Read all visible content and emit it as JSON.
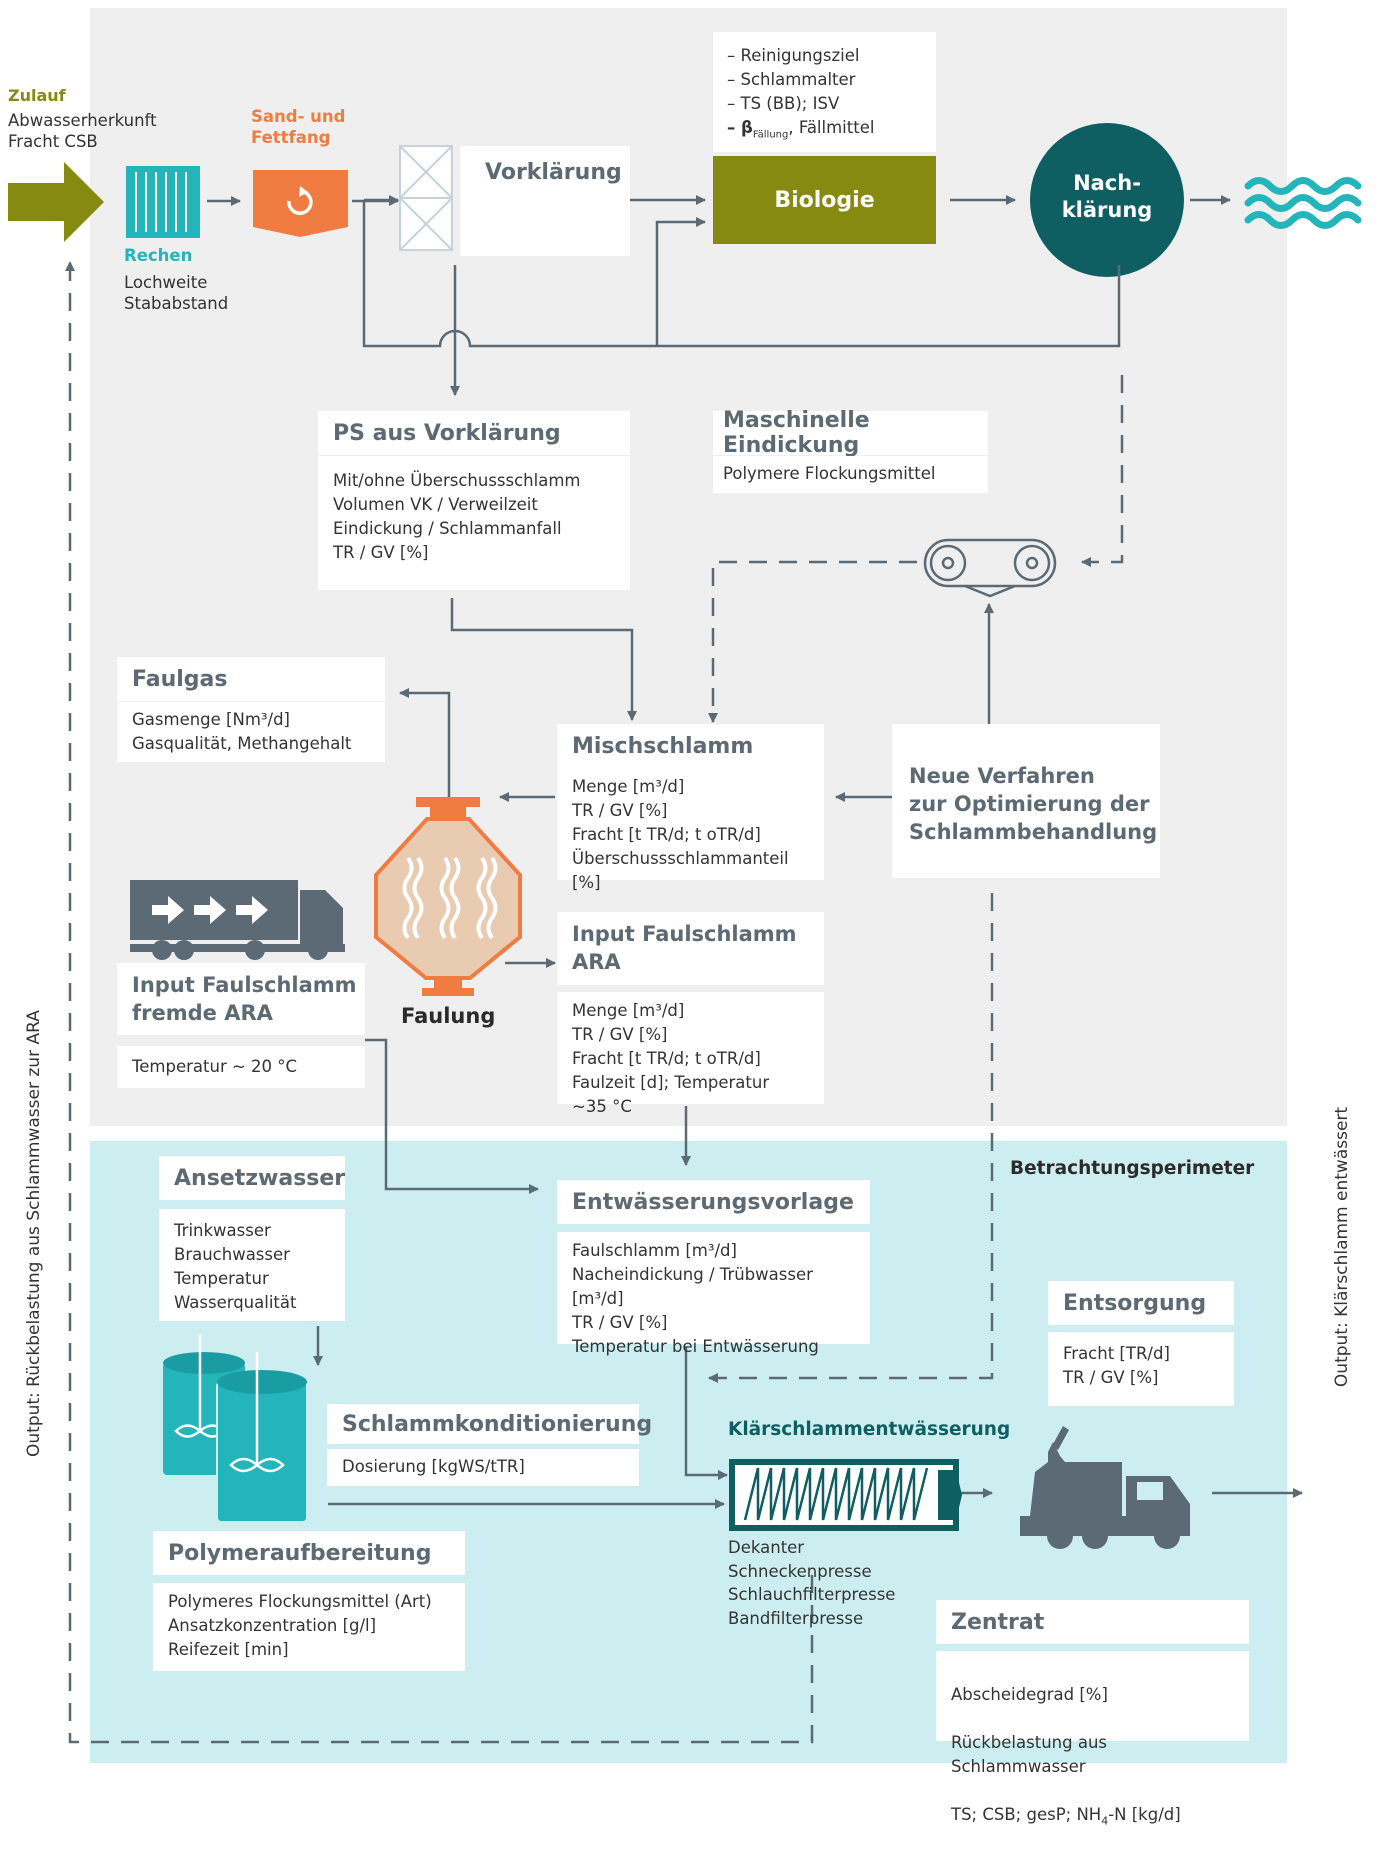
{
  "colors": {
    "olive": "#868a10",
    "orange": "#f07c41",
    "teal_dark": "#0f5f62",
    "teal": "#23b5b9",
    "grey_text": "#5e6a73",
    "line": "#5b6a75",
    "grey_area": "#efefef",
    "teal_area": "#cdeef1"
  },
  "zulauf": {
    "title": "Zulauf",
    "lines": "Abwasserherkunft\nFracht CSB"
  },
  "rechen": {
    "title": "Rechen",
    "lines": "Lochweite\nStababstand"
  },
  "sandfang": {
    "title": "Sand- und\nFettfang"
  },
  "vorklaerung": {
    "title": "Vorklärung"
  },
  "biologie": {
    "title": "Biologie",
    "items": [
      "– Reinigungsziel",
      "– Schlammalter",
      "– TS (BB); ISV"
    ],
    "beta_prefix": "– β",
    "beta_sub": "Fällung",
    "beta_suffix": ", Fällmittel"
  },
  "nachklaerung": {
    "title": "Nach-\nklärung"
  },
  "ps_vorklaerung": {
    "title": "PS aus Vorklärung",
    "lines": "Mit/ohne Überschussschlamm\nVolumen VK / Verweilzeit\nEindickung / Schlammanfall\nTR / GV [%]"
  },
  "maschinelle_eindickung": {
    "title": "Maschinelle Eindickung",
    "lines": "Polymere Flockungsmittel"
  },
  "faulgas": {
    "title": "Faulgas",
    "lines": "Gasmenge [Nm³/d]\nGasqualität, Methangehalt"
  },
  "mischschlamm": {
    "title": "Mischschlamm",
    "lines": "Menge [m³/d]\nTR / GV [%]\nFracht [t TR/d; t oTR/d]\nÜberschussschlammanteil [%]"
  },
  "neue_verfahren": {
    "title": "Neue Verfahren\nzur Optimierung der\nSchlammbehandlung"
  },
  "faulung": {
    "title": "Faulung"
  },
  "input_fremd": {
    "title": "Input Faulschlamm\nfremde ARA",
    "lines": "Temperatur ~ 20 °C"
  },
  "input_ara": {
    "title": "Input Faulschlamm\nARA",
    "lines": "Menge [m³/d]\nTR / GV [%]\nFracht [t TR/d; t oTR/d]\nFaulzeit [d]; Temperatur ~35 °C"
  },
  "betrachtungsperimeter": {
    "title": "Betrachtungsperimeter"
  },
  "ansetzwasser": {
    "title": "Ansetzwasser",
    "lines": "Trinkwasser\nBrauchwasser\nTemperatur\nWasserqualität"
  },
  "entwaesserungsvorlage": {
    "title": "Entwässerungsvorlage",
    "lines": "Faulschlamm [m³/d]\nNacheindickung / Trübwasser [m³/d]\nTR / GV [%]\nTemperatur bei Entwässerung"
  },
  "entsorgung": {
    "title": "Entsorgung",
    "lines": "Fracht [TR/d]\nTR / GV [%]"
  },
  "schlammkonditionierung": {
    "title": "Schlammkonditionierung",
    "lines": "Dosierung [kgWS/tTR]"
  },
  "klaerschlammentwaesserung": {
    "title": "Klärschlammentwässerung",
    "lines": "Dekanter\nSchneckenpresse\nSchlauchfilterpresse\nBandfilterpresse"
  },
  "polymeraufbereitung": {
    "title": "Polymeraufbereitung",
    "lines": "Polymeres Flockungsmittel (Art)\nAnsatzkonzentration [g/l]\nReifezeit [min]"
  },
  "zentrat": {
    "title": "Zentrat",
    "line1": "Abscheidegrad [%]",
    "line2": "Rückbelastung aus Schlammwasser",
    "line3_prefix": "TS; CSB; gesP; NH",
    "line3_sub": "4",
    "line3_suffix": "-N  [kg/d]"
  },
  "output_left": {
    "text": "Output: Rückbelastung aus Schlammwasser zur ARA"
  },
  "output_right": {
    "text": "Output: Klärschlamm entwässert"
  }
}
